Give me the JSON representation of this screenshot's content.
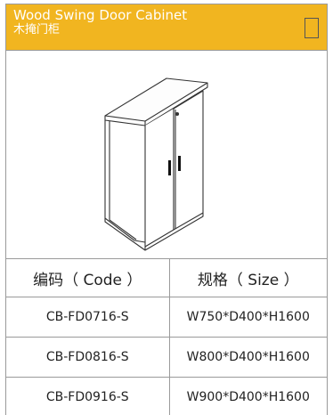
{
  "header": {
    "title_en": "Wood Swing Door Cabinet",
    "title_cn": "木掩门柜",
    "accent_color": "#f1b520"
  },
  "product_image": {
    "icon": "swing-door-cabinet-line-drawing"
  },
  "table": {
    "headers": [
      "编码（ Code ）",
      "规格（ Size ）"
    ],
    "rows": [
      {
        "code": "CB-FD0716-S",
        "size": "W750*D400*H1600"
      },
      {
        "code": "CB-FD0816-S",
        "size": "W800*D400*H1600"
      },
      {
        "code": "CB-FD0916-S",
        "size": "W900*D400*H1600"
      }
    ]
  }
}
